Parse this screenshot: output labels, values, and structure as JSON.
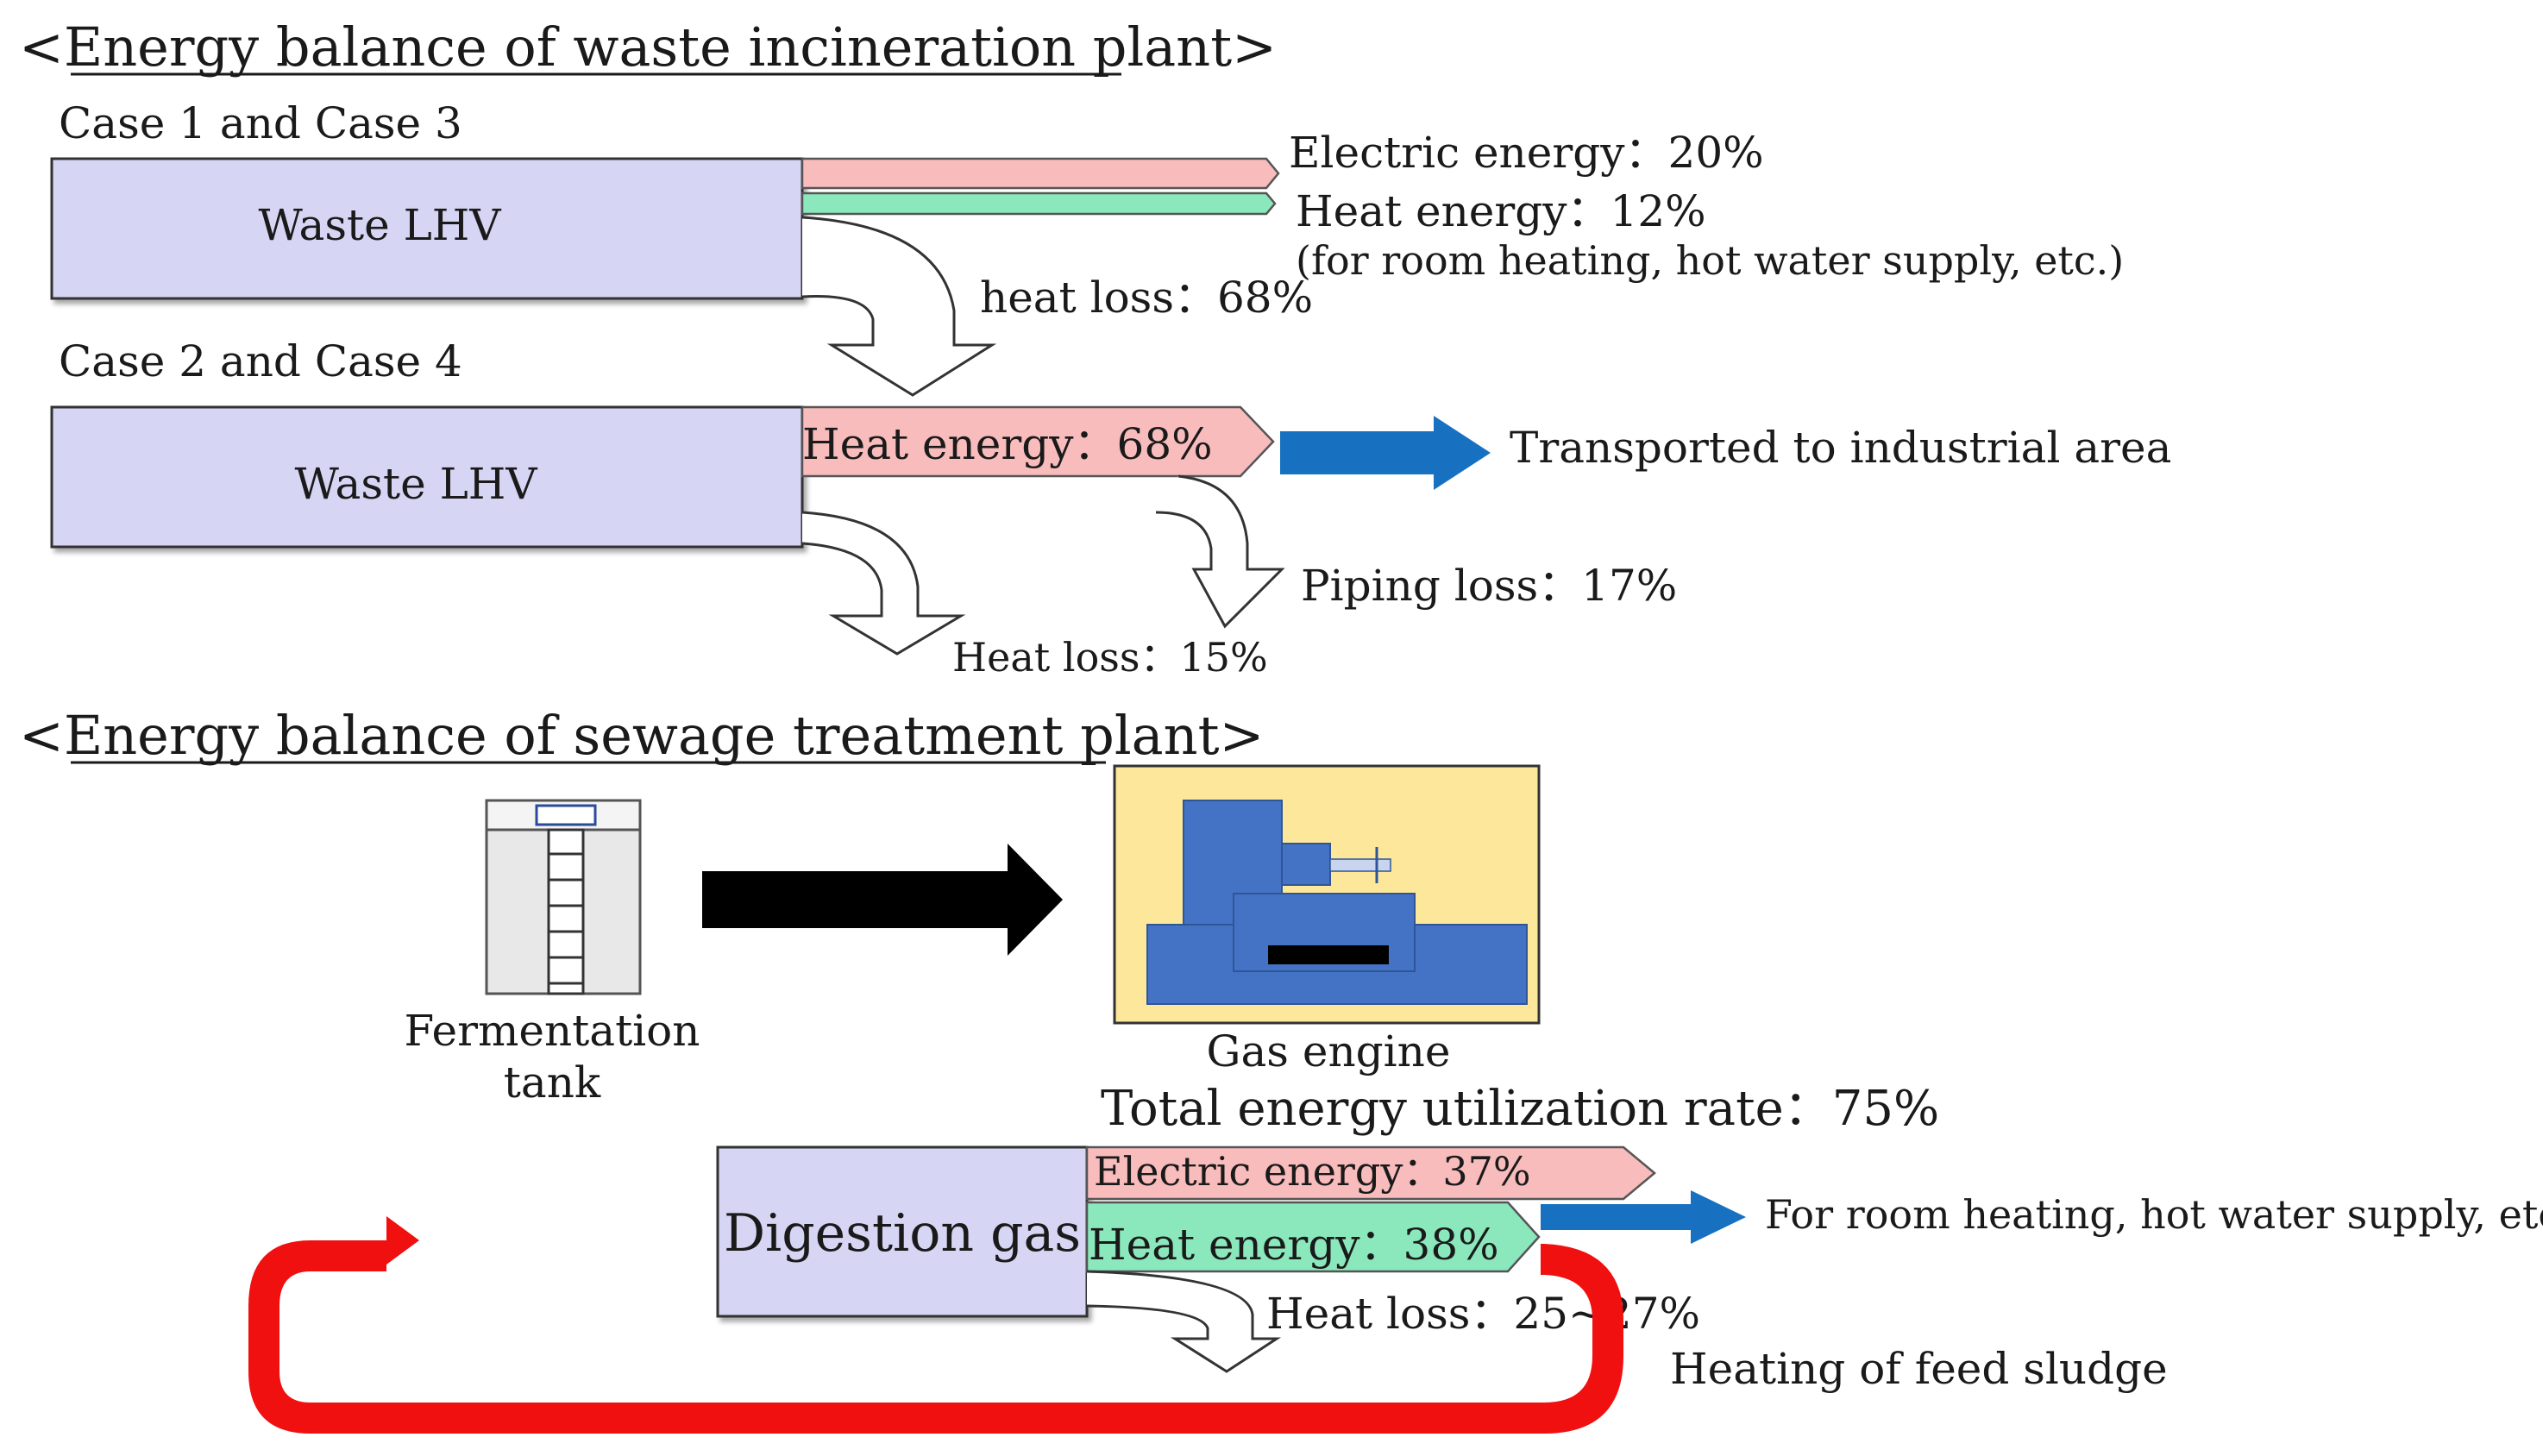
{
  "waste": {
    "title": "<Energy balance of waste incineration plant>",
    "case13": {
      "label": "Case 1 and Case 3",
      "source": "Waste LHV",
      "electric": "Electric energy：20%",
      "heat": "Heat energy：12%",
      "heat_note": "(for room heating, hot water supply, etc.)",
      "loss": "heat loss：68%"
    },
    "case24": {
      "label": "Case 2 and Case 4",
      "source": "Waste LHV",
      "heat": "Heat energy：68%",
      "transport": "Transported to industrial area",
      "piping_loss": "Piping loss：17%",
      "heat_loss": "Heat loss：15%"
    }
  },
  "sewage": {
    "title": "<Energy balance of sewage treatment plant>",
    "tank_label_1": "Fermentation",
    "tank_label_2": "tank",
    "engine_label": "Gas engine",
    "total_rate": "Total energy utilization rate：75%",
    "source": "Digestion gas",
    "electric": "Electric energy：37%",
    "heat": "Heat energy：38%",
    "use": "For room heating, hot water supply, etc.",
    "loss": "Heat loss：25~27%",
    "feed": "Heating of feed sludge"
  },
  "colors": {
    "box_fill": "#d6d5f4",
    "electric": "#f8bcbc",
    "heat": "#8be8bd",
    "blue_arrow": "#1870c0",
    "red_arrow": "#f01010",
    "engine_bg": "#fde79b",
    "engine_body": "#4472c4"
  }
}
